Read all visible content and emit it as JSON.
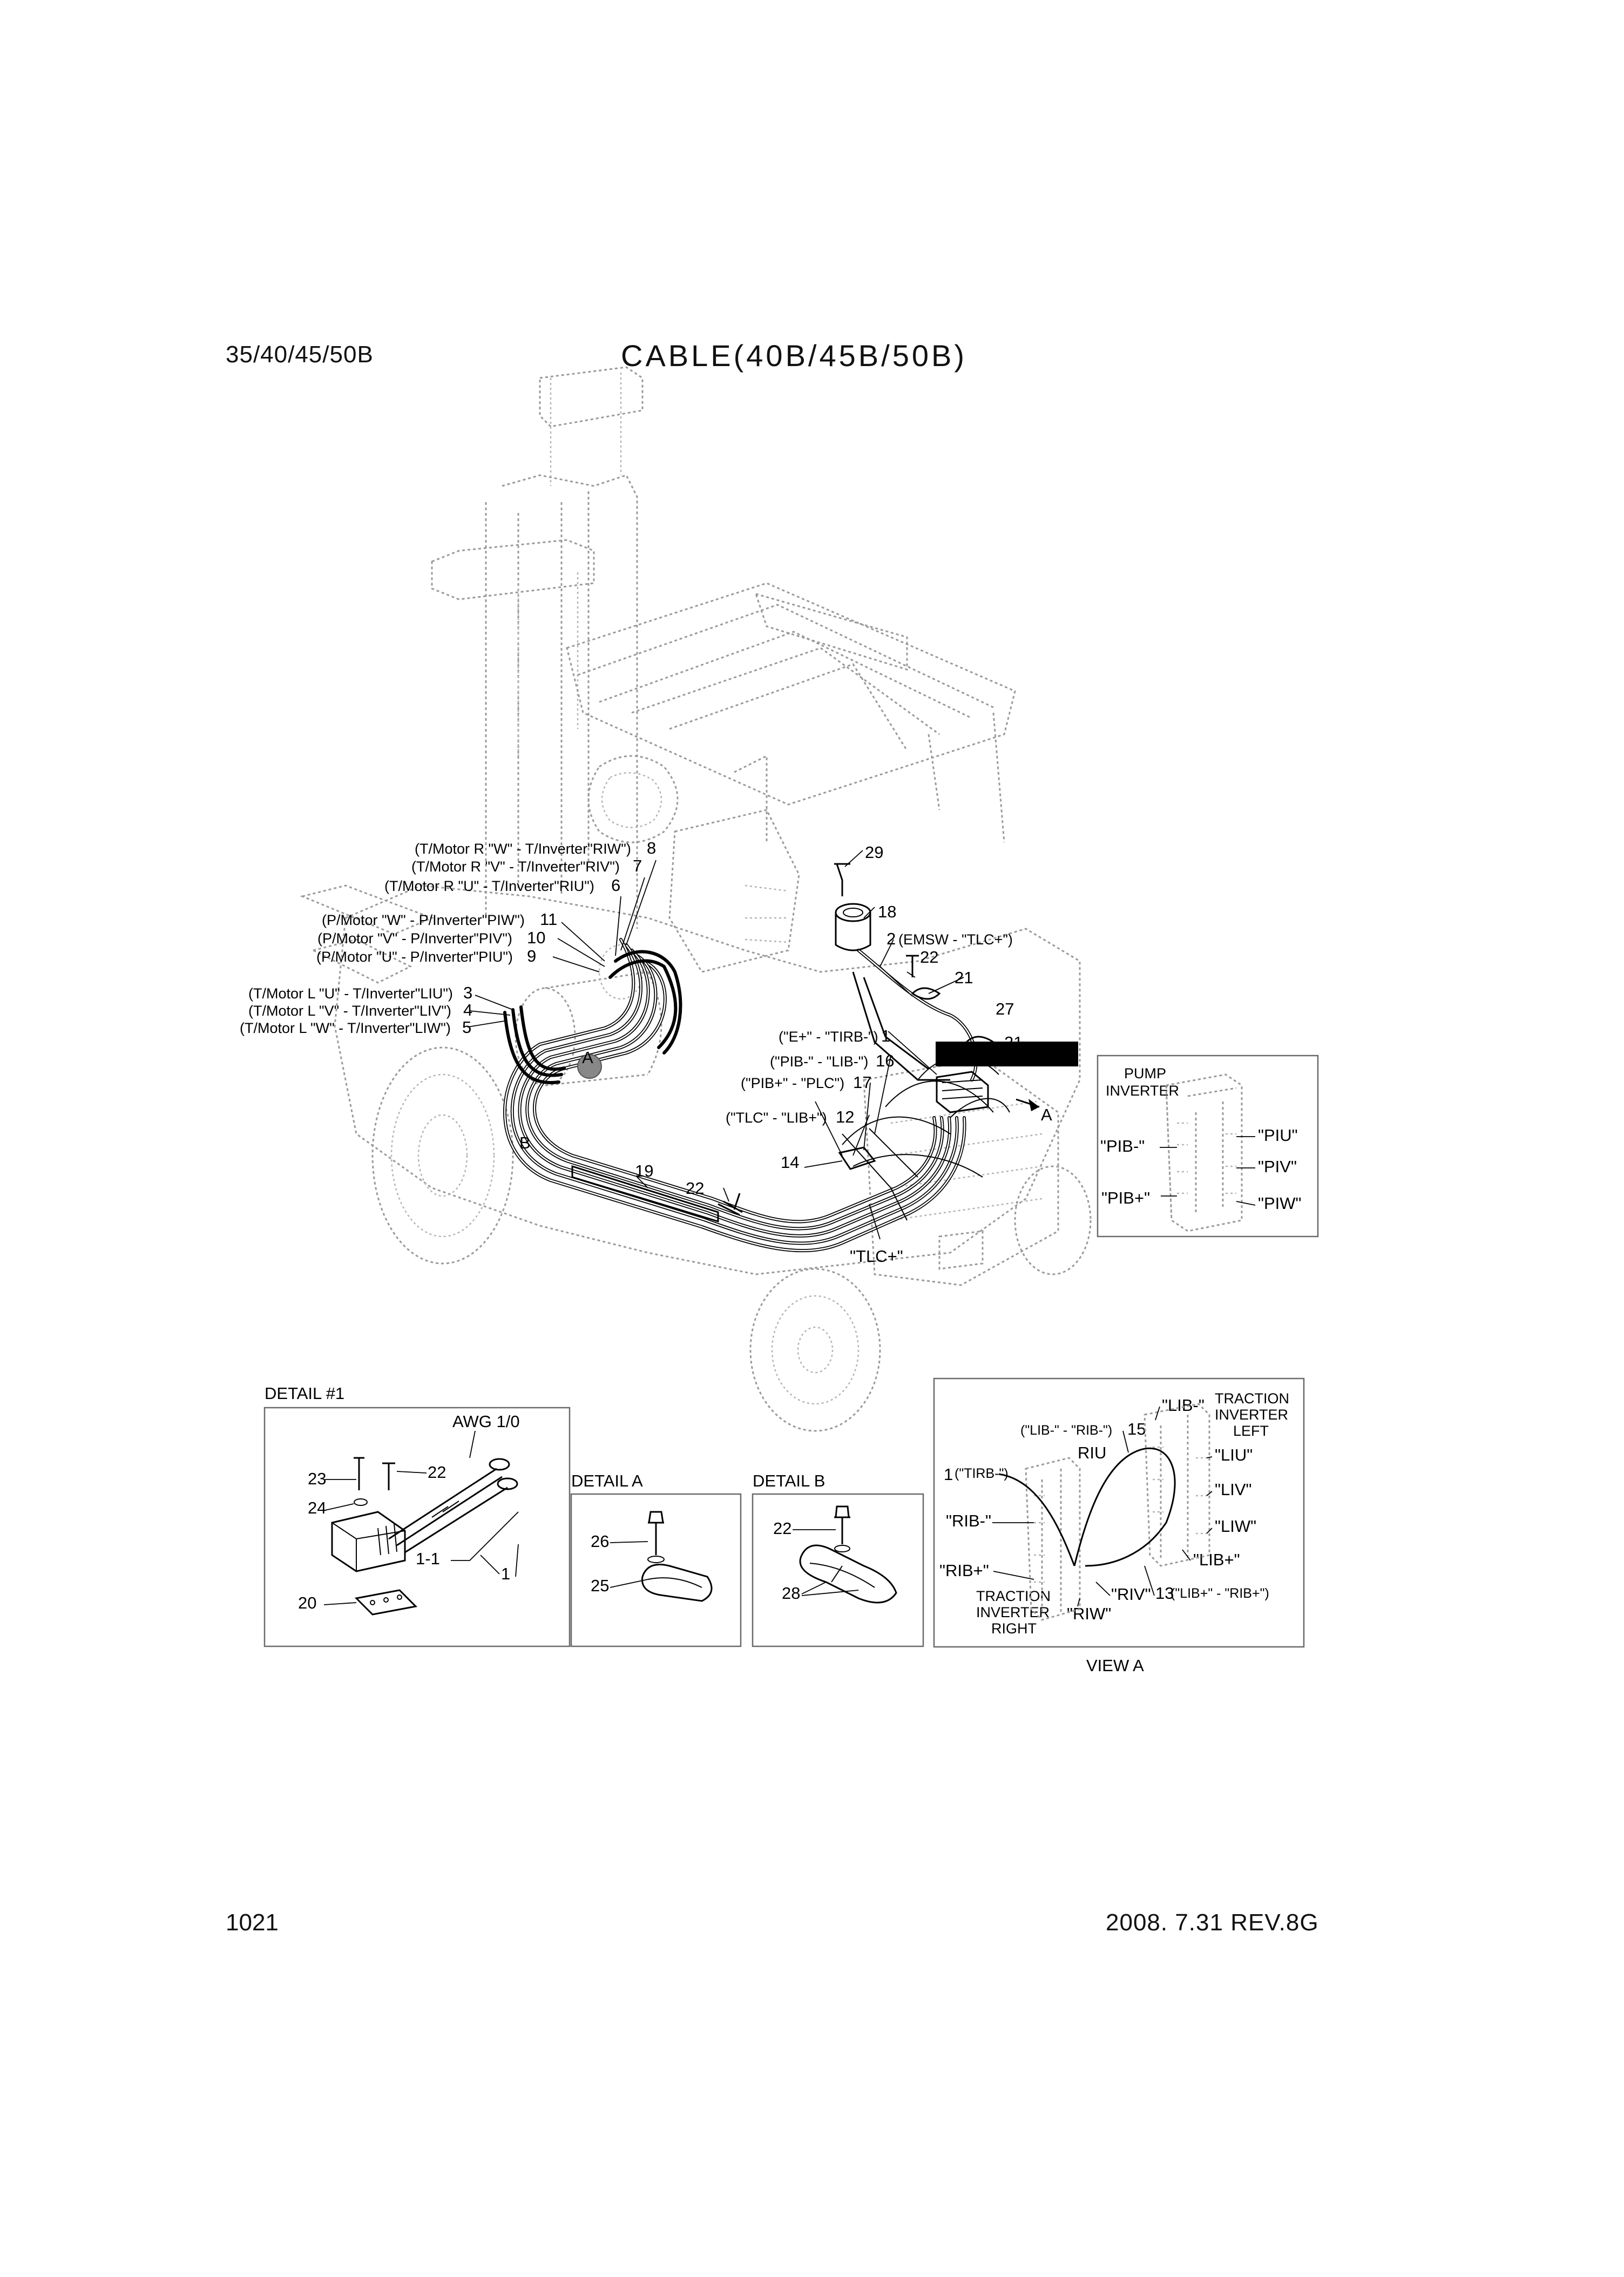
{
  "header": {
    "model": "35/40/45/50B",
    "title": "CABLE(40B/45B/50B)"
  },
  "footer": {
    "page_number": "1021",
    "revision": "2008. 7.31  REV.8G"
  },
  "main_labels": {
    "c8": "(T/Motor R \"W\" - T/Inverter\"RIW\")",
    "c7": "(T/Motor R \"V\" - T/Inverter\"RIV\")",
    "c6": "(T/Motor R \"U\" - T/Inverter\"RIU\")",
    "c11": "(P/Motor \"W\" - P/Inverter\"PIW\")",
    "c10": "(P/Motor \"V\" - P/Inverter\"PIV\")",
    "c9": "(P/Motor \"U\" - P/Inverter\"PIU\")",
    "c3": "(T/Motor L \"U\" - T/Inverter\"LIU\")",
    "c4": "(T/Motor L \"V\" - T/Inverter\"LIV\")",
    "c5": "(T/Motor L \"W\" - T/Inverter\"LIW\")",
    "c2": "(EMSW - \"TLC+\")",
    "c1": "(\"E+\" - \"TIRB-\")",
    "c16": "(\"PIB-\" - \"LIB-\")",
    "c17": "(\"PIB+\" - \"PLC\")",
    "c12": "(\"TLC\" - \"LIB+\")",
    "tlc_plus": "\"TLC+\""
  },
  "part_numbers": {
    "n1": "1",
    "n2": "2",
    "n3": "3",
    "n4": "4",
    "n5": "5",
    "n6": "6",
    "n7": "7",
    "n8": "8",
    "n9": "9",
    "n10": "10",
    "n11": "11",
    "n12": "12",
    "n13": "13",
    "n14": "14",
    "n15": "15",
    "n16": "16",
    "n17": "17",
    "n18": "18",
    "n19": "19",
    "n20": "20",
    "n21": "21",
    "n22": "22",
    "n23": "23",
    "n24": "24",
    "n25": "25",
    "n26": "26",
    "n27": "27",
    "n28": "28",
    "n29": "29",
    "n1_1": "1-1"
  },
  "markers": {
    "a": "A",
    "b": "B"
  },
  "pump_inverter": {
    "title1": "PUMP",
    "title2": "INVERTER",
    "pib_minus": "\"PIB-\"",
    "pib_plus": "\"PIB+\"",
    "piu": "\"PIU\"",
    "piv": "\"PIV\"",
    "piw": "\"PIW\""
  },
  "detail_1": {
    "title": "DETAIL #1",
    "awg": "AWG 1/0"
  },
  "detail_a": {
    "title": "DETAIL A"
  },
  "detail_b": {
    "title": "DETAIL B"
  },
  "view_a": {
    "caption": "VIEW A",
    "traction_left1": "TRACTION",
    "traction_left2": "INVERTER",
    "traction_left3": "LEFT",
    "traction_right1": "TRACTION",
    "traction_right2": "INVERTER",
    "traction_right3": "RIGHT",
    "lib_minus": "\"LIB-\"",
    "liu": "\"LIU\"",
    "liv": "\"LIV\"",
    "liw": "\"LIW\"",
    "lib_plus": "\"LIB+\"",
    "riu": "RIU",
    "rib_minus": "\"RIB-\"",
    "rib_plus": "\"RIB+\"",
    "riw": "\"RIW\"",
    "riv": "\"RIV\"",
    "tirb_minus": "(\"TIRB-\")",
    "c15": "(\"LIB-\" - \"RIB-\")",
    "c13": "(\"LIB+\" - \"RIB+\")"
  }
}
